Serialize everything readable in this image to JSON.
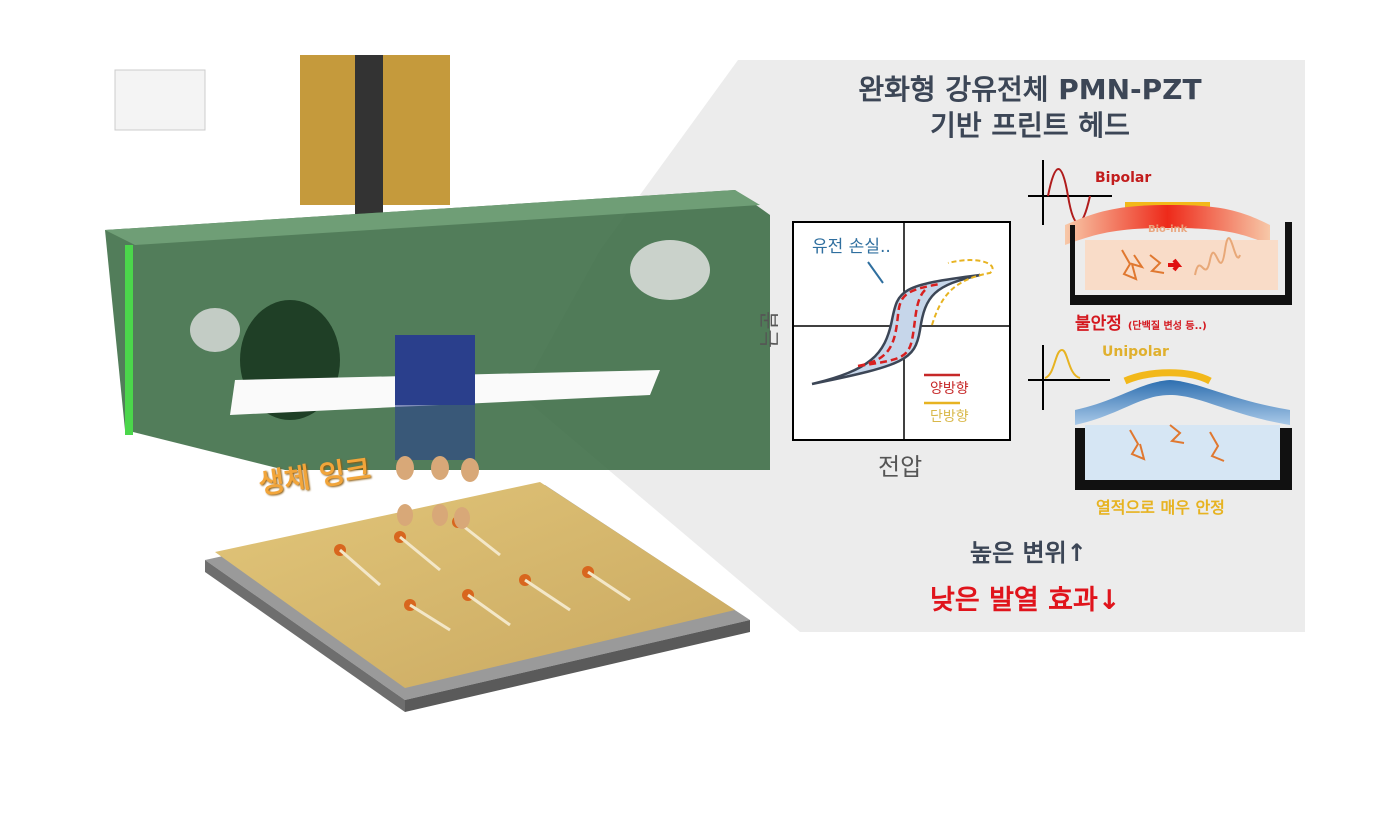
{
  "title": {
    "line1": "완화형 강유전체 PMN-PZT",
    "line2": "기반 프린트 헤드"
  },
  "graph": {
    "y_label": "분극",
    "x_label": "전압",
    "annotation": "유전 손실..",
    "legend": [
      "양방향",
      "단방향"
    ]
  },
  "bipolar": {
    "label": "Bipolar",
    "ink_label": "Bio-ink",
    "result": "불안정",
    "result_note": "(단백질 변성 등..)"
  },
  "unipolar": {
    "label": "Unipolar",
    "result": "열적으로 매우 안정"
  },
  "summary": {
    "line1": "높은 변위↑",
    "line2": "낮은 발열 효과↓"
  },
  "bio_ink_label": "생체 잉크",
  "colors": {
    "panel": "#ececec",
    "bipolar": "#c21d1d",
    "unipolar": "#e7b321",
    "title": "#3c4656",
    "head": "#2e5a36"
  }
}
